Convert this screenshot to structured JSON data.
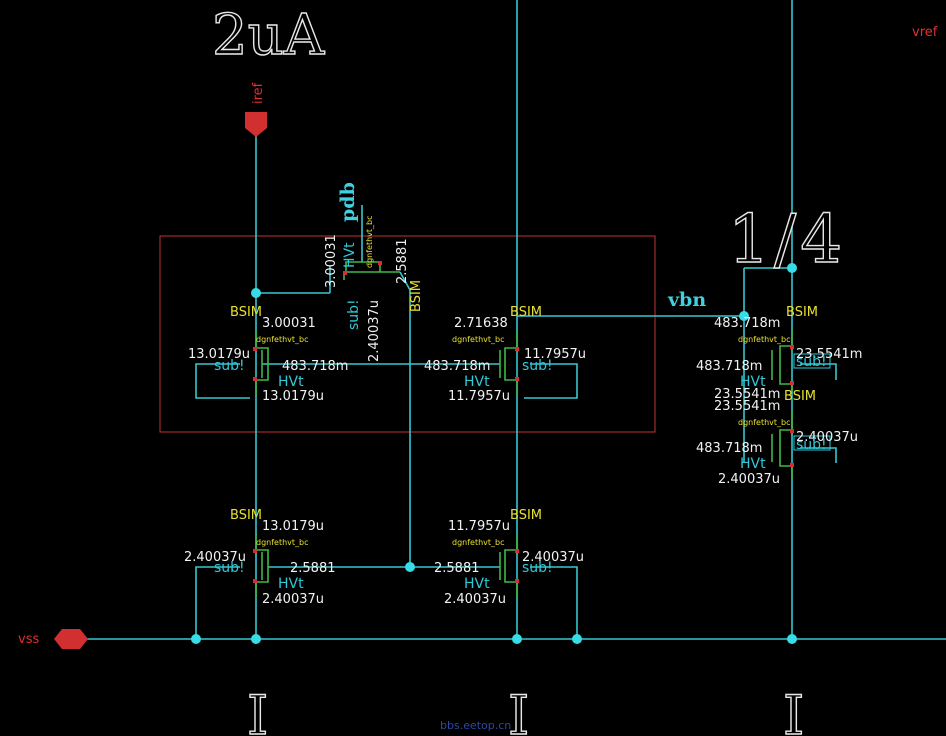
{
  "annotations": {
    "iref_current": "2uA",
    "ratio": "1/4"
  },
  "pins": {
    "iref": "iref",
    "vss": "vss",
    "vref": "vref"
  },
  "nets": {
    "vbn": "vbn",
    "pdb": "pdb"
  },
  "model": {
    "type": "BSIM",
    "cell": "dgnfethvt_bc",
    "vt": "HVt",
    "sub": "sub!"
  },
  "switch": {
    "w": "3.00031",
    "l": "2.5881",
    "m": "2.40037u"
  },
  "m1": {
    "w": "3.00031",
    "l": "13.0179u",
    "g": "483.718m",
    "s": "13.0179u",
    "d": "13.0179u"
  },
  "m2": {
    "w": "2.71638",
    "l": "11.7957u",
    "g": "483.718m",
    "s": "11.7957u",
    "d": "11.7957u"
  },
  "m3": {
    "w": "13.0179u",
    "l": "2.40037u",
    "g": "2.5881",
    "s": "2.40037u"
  },
  "m4": {
    "w": "11.7957u",
    "l": "2.40037u",
    "g": "2.5881",
    "s": "2.40037u"
  },
  "m5": {
    "w": "483.718m",
    "l": "23.5541m",
    "g": "483.718m",
    "s": "23.5541m"
  },
  "m6": {
    "w": "23.5541m",
    "l": "2.40037u",
    "g": "483.718m",
    "s": "2.40037u"
  },
  "ground_symbol": "I",
  "watermark": "bbs.eetop.cn",
  "colors": {
    "wire": "#35c8d0",
    "device": "#3fb848",
    "pin": "#d23030",
    "label": "#e8e030",
    "group_box": "#c83232"
  }
}
